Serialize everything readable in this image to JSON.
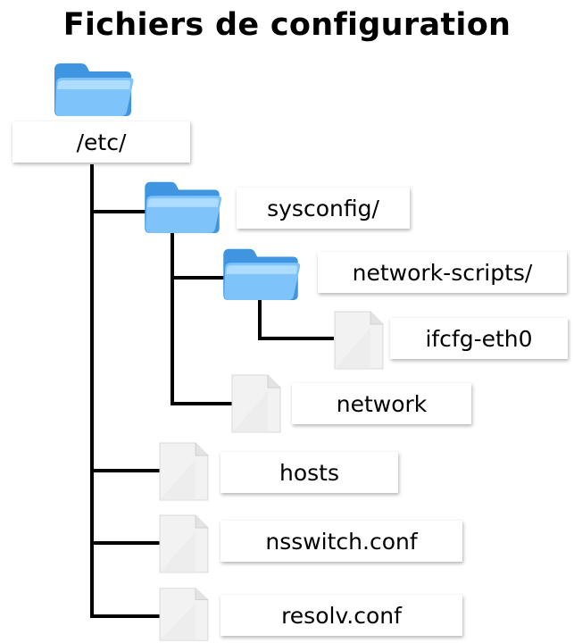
{
  "title": "Fichiers de configuration",
  "tree": {
    "root": {
      "label": "/etc/",
      "type": "folder",
      "icon": "folder-icon"
    },
    "nodes": [
      {
        "id": "sysconfig",
        "label": "sysconfig/",
        "type": "folder",
        "icon": "folder-icon",
        "parent": "root"
      },
      {
        "id": "network-scripts",
        "label": "network-scripts/",
        "type": "folder",
        "icon": "folder-icon",
        "parent": "sysconfig"
      },
      {
        "id": "ifcfg-eth0",
        "label": "ifcfg-eth0",
        "type": "file",
        "icon": "file-icon",
        "parent": "network-scripts"
      },
      {
        "id": "network",
        "label": "network",
        "type": "file",
        "icon": "file-icon",
        "parent": "sysconfig"
      },
      {
        "id": "hosts",
        "label": "hosts",
        "type": "file",
        "icon": "file-icon",
        "parent": "root"
      },
      {
        "id": "nsswitch",
        "label": "nsswitch.conf",
        "type": "file",
        "icon": "file-icon",
        "parent": "root"
      },
      {
        "id": "resolv",
        "label": "resolv.conf",
        "type": "file",
        "icon": "file-icon",
        "parent": "root"
      }
    ]
  },
  "colors": {
    "folder_light": "#a8dcff",
    "folder_mid": "#4fa8ee",
    "folder_dark": "#1f78d1",
    "connector": "#000000",
    "file_fill": "#f2f2f2"
  }
}
